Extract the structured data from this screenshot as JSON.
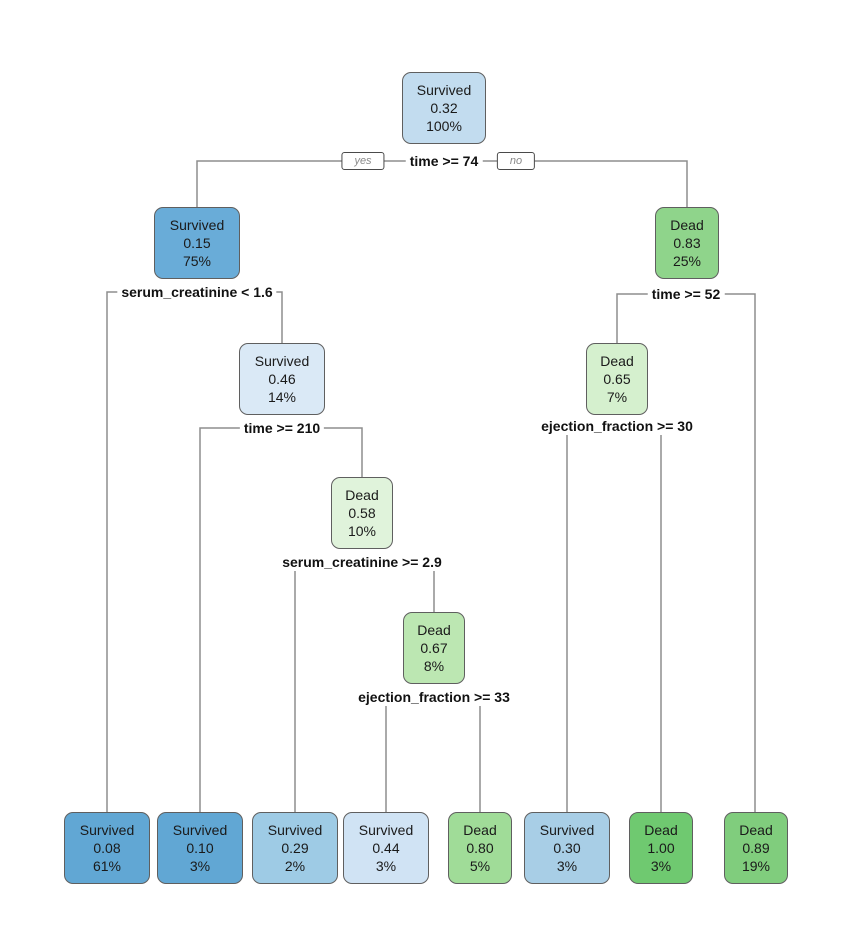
{
  "diagram": {
    "type": "decision-tree",
    "background": "#ffffff",
    "line_color": "#8d8d8d",
    "node_border_color": "#5f5f5f",
    "edge_labels": {
      "yes": "yes",
      "no": "no"
    },
    "nodes": [
      {
        "id": "root",
        "class": "Survived",
        "prob": "0.32",
        "pct": "100%",
        "fill": "#c2dcef"
      },
      {
        "id": "n2",
        "class": "Survived",
        "prob": "0.15",
        "pct": "75%",
        "fill": "#69acd8"
      },
      {
        "id": "n3",
        "class": "Dead",
        "prob": "0.83",
        "pct": "25%",
        "fill": "#8fd48b"
      },
      {
        "id": "n4",
        "class": "Survived",
        "prob": "0.46",
        "pct": "14%",
        "fill": "#dae9f6"
      },
      {
        "id": "n5",
        "class": "Dead",
        "prob": "0.65",
        "pct": "7%",
        "fill": "#d5f0ce"
      },
      {
        "id": "n6",
        "class": "Dead",
        "prob": "0.58",
        "pct": "10%",
        "fill": "#e0f3db"
      },
      {
        "id": "n7",
        "class": "Dead",
        "prob": "0.67",
        "pct": "8%",
        "fill": "#bce7b2"
      },
      {
        "id": "leaf1",
        "class": "Survived",
        "prob": "0.08",
        "pct": "61%",
        "fill": "#61a7d4"
      },
      {
        "id": "leaf2",
        "class": "Survived",
        "prob": "0.10",
        "pct": "3%",
        "fill": "#61a7d4"
      },
      {
        "id": "leaf3",
        "class": "Survived",
        "prob": "0.29",
        "pct": "2%",
        "fill": "#9ecbe5"
      },
      {
        "id": "leaf4",
        "class": "Survived",
        "prob": "0.44",
        "pct": "3%",
        "fill": "#d0e3f4"
      },
      {
        "id": "leaf5",
        "class": "Dead",
        "prob": "0.80",
        "pct": "5%",
        "fill": "#a0dc98"
      },
      {
        "id": "leaf6",
        "class": "Survived",
        "prob": "0.30",
        "pct": "3%",
        "fill": "#a8cee6"
      },
      {
        "id": "leaf7",
        "class": "Dead",
        "prob": "1.00",
        "pct": "3%",
        "fill": "#6fc970"
      },
      {
        "id": "leaf8",
        "class": "Dead",
        "prob": "0.89",
        "pct": "19%",
        "fill": "#80cd7d"
      }
    ],
    "splits": [
      {
        "condition": "time >= 74",
        "parent": "root",
        "yes": "n2",
        "no": "n3"
      },
      {
        "condition": "serum_creatinine < 1.6",
        "parent": "n2",
        "yes": "leaf1",
        "no": "n4"
      },
      {
        "condition": "time >= 52",
        "parent": "n3",
        "yes": "n5",
        "no": "leaf8"
      },
      {
        "condition": "time >= 210",
        "parent": "n4",
        "yes": "leaf2",
        "no": "n6"
      },
      {
        "condition": "ejection_fraction >= 30",
        "parent": "n5",
        "yes": "leaf6",
        "no": "leaf7"
      },
      {
        "condition": "serum_creatinine >= 2.9",
        "parent": "n6",
        "yes": "leaf3",
        "no": "n7"
      },
      {
        "condition": "ejection_fraction >= 33",
        "parent": "n7",
        "yes": "leaf4",
        "no": "leaf5"
      }
    ]
  }
}
